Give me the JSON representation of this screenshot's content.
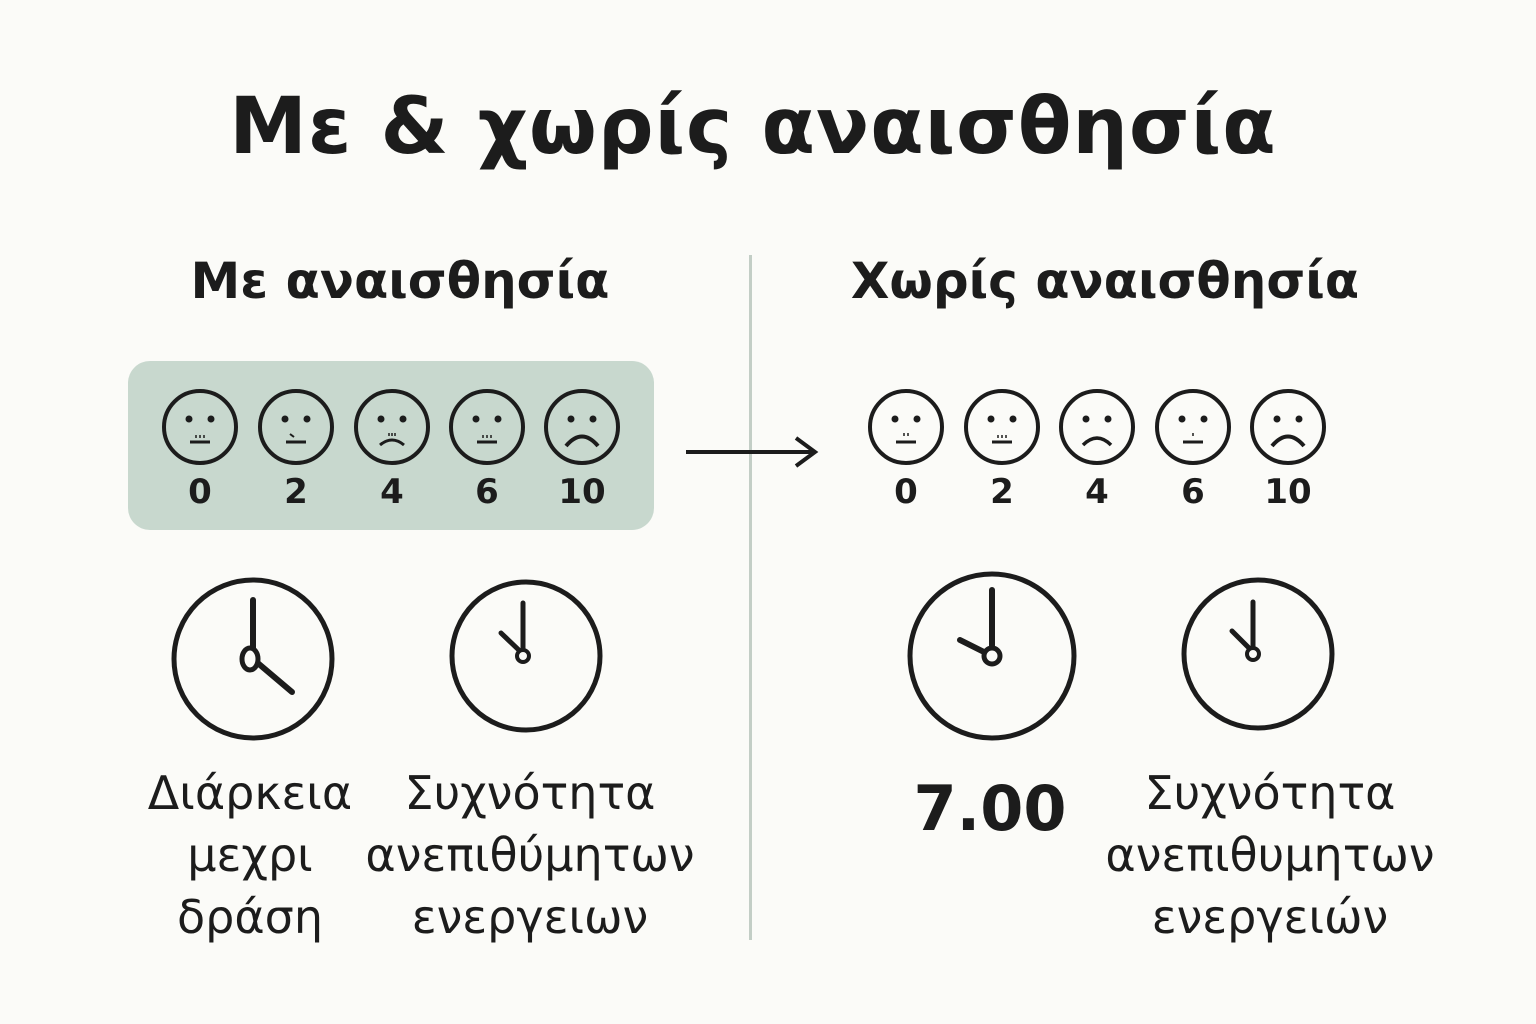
{
  "title": "Με & χωρίς αναισθησία",
  "left": {
    "heading": "Με αναισθησία",
    "scale": [
      "0",
      "2",
      "4",
      "6",
      "10"
    ],
    "caption_duration": [
      "Διάρκεια",
      "μεχρι",
      "δράση"
    ],
    "caption_frequency": [
      "Συχνότητα",
      "ανεπιθύμητων",
      "ενεργειων"
    ]
  },
  "right": {
    "heading": "Χωρίς αναισθησία",
    "scale": [
      "0",
      "2",
      "4",
      "6",
      "10"
    ],
    "value": "7.00",
    "caption_frequency": [
      "Συχνότητα",
      "ανεπιθυμητων",
      "ενεργειών"
    ]
  },
  "colors": {
    "highlight_box": "#c8d8ce",
    "divider": "#c3cec6",
    "ink": "#1c1c1c"
  }
}
